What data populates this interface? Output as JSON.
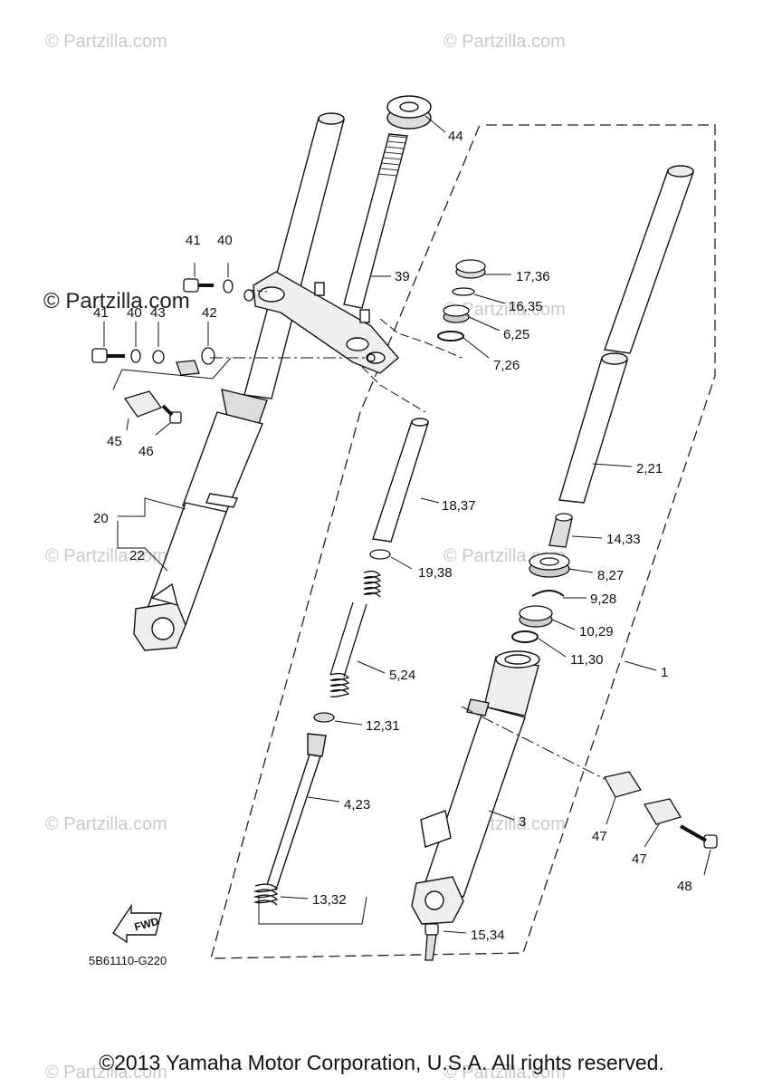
{
  "watermarks": [
    "© Partzilla.com",
    "© Partzilla.com",
    "© Partzilla.com",
    "© Partzilla.com",
    "© Partzilla.com",
    "© Partzilla.com",
    "© Partzilla.com",
    "© Partzilla.com",
    "© Partzilla.com",
    "© Partzilla.com"
  ],
  "watermark_main": "© Partzilla.com",
  "callouts": {
    "c44": "44",
    "c41a": "41",
    "c40a": "40",
    "c39": "39",
    "c41b": "41",
    "c40b": "40",
    "c43": "43",
    "c42": "42",
    "c17_36": "17,36",
    "c16_35": "16,35",
    "c6_25": "6,25",
    "c7_26": "7,26",
    "c45": "45",
    "c46": "46",
    "c2_21": "2,21",
    "c18_37": "18,37",
    "c20": "20",
    "c22": "22",
    "c14_33": "14,33",
    "c19_38": "19,38",
    "c8_27": "8,27",
    "c9_28": "9,28",
    "c10_29": "10,29",
    "c5_24": "5,24",
    "c11_30": "11,30",
    "c1": "1",
    "c12_31": "12,31",
    "c4_23": "4,23",
    "c3": "3",
    "c47a": "47",
    "c47b": "47",
    "c48": "48",
    "c13_32": "13,32",
    "c15_34": "15,34"
  },
  "fwd_label": "FWD",
  "diagram_code": "5B61110-G220",
  "copyright": "©2013 Yamaha Motor Corporation, U.S.A. All rights reserved."
}
